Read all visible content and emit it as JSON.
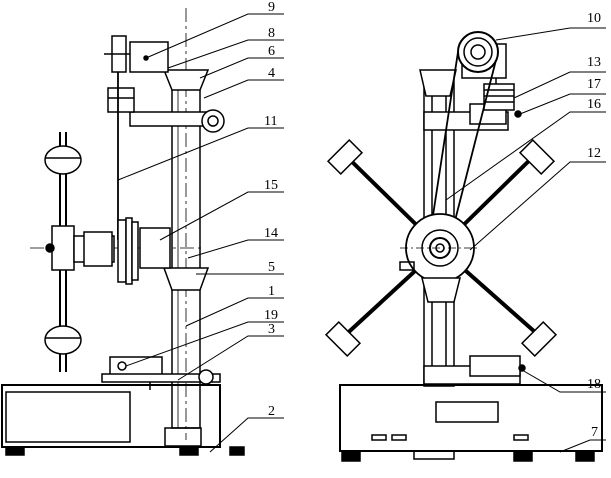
{
  "figure": {
    "left_view_callouts": [
      "9",
      "8",
      "6",
      "4",
      "11",
      "15",
      "14",
      "5",
      "1",
      "19",
      "3",
      "2"
    ],
    "right_view_callouts": [
      "10",
      "13",
      "17",
      "16",
      "12",
      "18",
      "7"
    ]
  },
  "colors": {
    "ink": "#000000",
    "paper": "#ffffff"
  }
}
